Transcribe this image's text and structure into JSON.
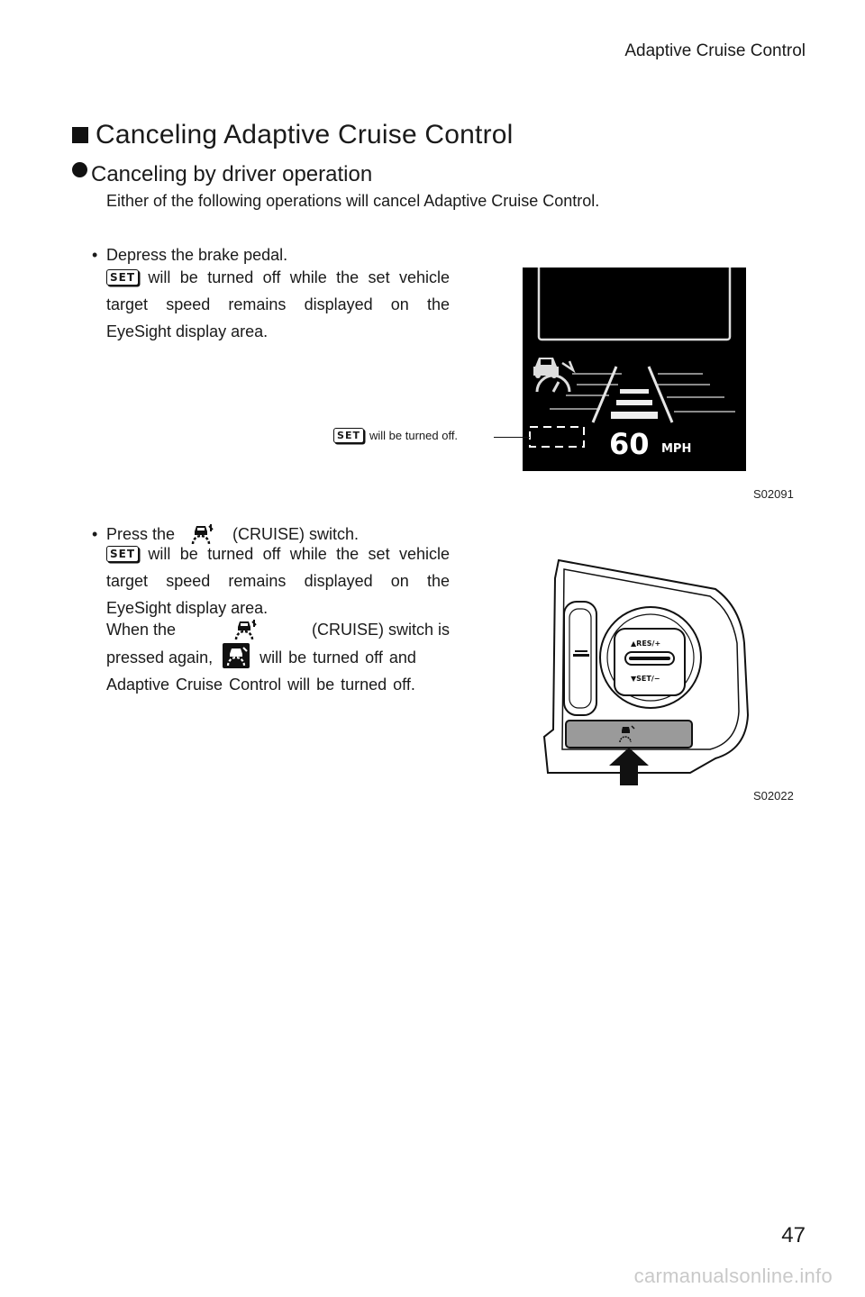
{
  "header": {
    "title": "Adaptive Cruise Control"
  },
  "section": {
    "heading": "Canceling Adaptive Cruise Control",
    "subheading": "Canceling by driver operation",
    "intro": "Either of the following operations will cancel Adaptive Cruise Control."
  },
  "icons": {
    "set_label": "SET",
    "bullet_char": "•"
  },
  "item1": {
    "title": "Depress the brake pedal.",
    "desc": " will be turned off while the set vehicle target speed remains displayed on the EyeSight display area."
  },
  "figure1": {
    "code": "S02091",
    "callout": "will be turned off.",
    "speed": "60",
    "unit": "MPH"
  },
  "item2": {
    "title_pre": "Press the",
    "title_post": "(CRUISE) switch.",
    "desc": " will be turned off while the set vehicle target speed remains displayed on the EyeSight display area.",
    "when_pre": "When the",
    "when_mid": "(CRUISE) switch is pressed again,",
    "when_post": "will be turned off and Adaptive Cruise Control will be turned off."
  },
  "figure2": {
    "code": "S02022",
    "res_label": "▲RES/+",
    "set_label": "▼SET/−"
  },
  "footer": {
    "page": "47",
    "watermark": "carmanualsonline.info"
  }
}
